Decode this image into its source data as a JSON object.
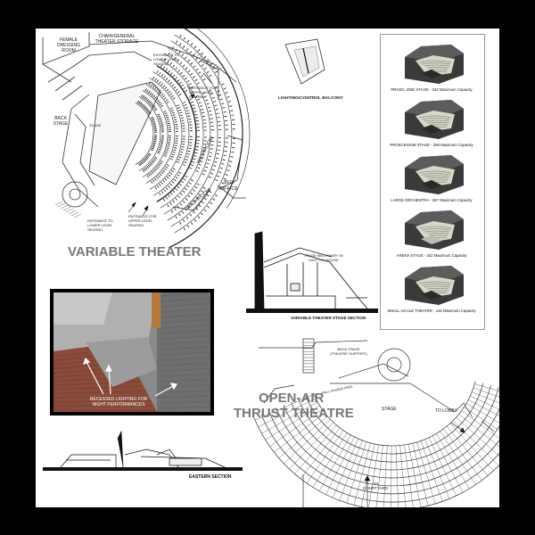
{
  "variable_theater": {
    "title": "VARIABLE THEATER",
    "labels": {
      "female_dressing": "FEMALE DRESSING ROOM",
      "chair_storage": "CHAIR/GENERAL THEATER STORAGE",
      "entrance_lower_top": "ENTRANCE TO LOWER LEVEL SEATING",
      "entrance_upper_top": "ENTRANCE FOR UPPER LEVEL SEATING",
      "back_stage": "BACK STAGE",
      "stage": "STAGE",
      "washroom_a": "WASHROOM",
      "washroom_b": "WASHROOM",
      "box_office": "BOX OFFICE",
      "entrance_lower_bottom": "ENTRANCE TO LOWER LEVEL SEATING",
      "entrance_upper_bottom": "ENTRANCE FOR UPPER LEVEL SEATING"
    }
  },
  "balcony": {
    "label": "LIGHTING/CONTROL BALCONY"
  },
  "stage_section": {
    "machinery": "STAGE MACHINERY IN HALF FLY-HOUSE",
    "title": "VARIABLE THEATER STAGE SECTION"
  },
  "configurations": [
    {
      "caption": "PROSC.-END STAGE - 342 Maximum Capacity"
    },
    {
      "caption": "PROSCENIUM STAGE - 298 Maximum Capacity"
    },
    {
      "caption": "LARGE ORCHESTRA - 287 Maximum Capacity"
    },
    {
      "caption": "ARENA STAGE - 342 Maximum Capacity"
    },
    {
      "caption": "SMALL-SCALE THEATER - 146 Maximum Capacity"
    }
  ],
  "render": {
    "callout": "RECESSED LIGHTING FOR NIGHT PERFORMANCES"
  },
  "eastern_section": {
    "title": "EASTERN SECTION"
  },
  "open_air": {
    "title_line1": "OPEN-AIR",
    "title_line2": "THRUST THEATRE",
    "back_stage": "BACK STAGE (THEATRE SUPPORT)",
    "stage": "STAGE",
    "to_lobby": "TO LOBBY",
    "to_courtyard": "TO COURTYARD",
    "wall": "WALL GRADED AREA"
  }
}
